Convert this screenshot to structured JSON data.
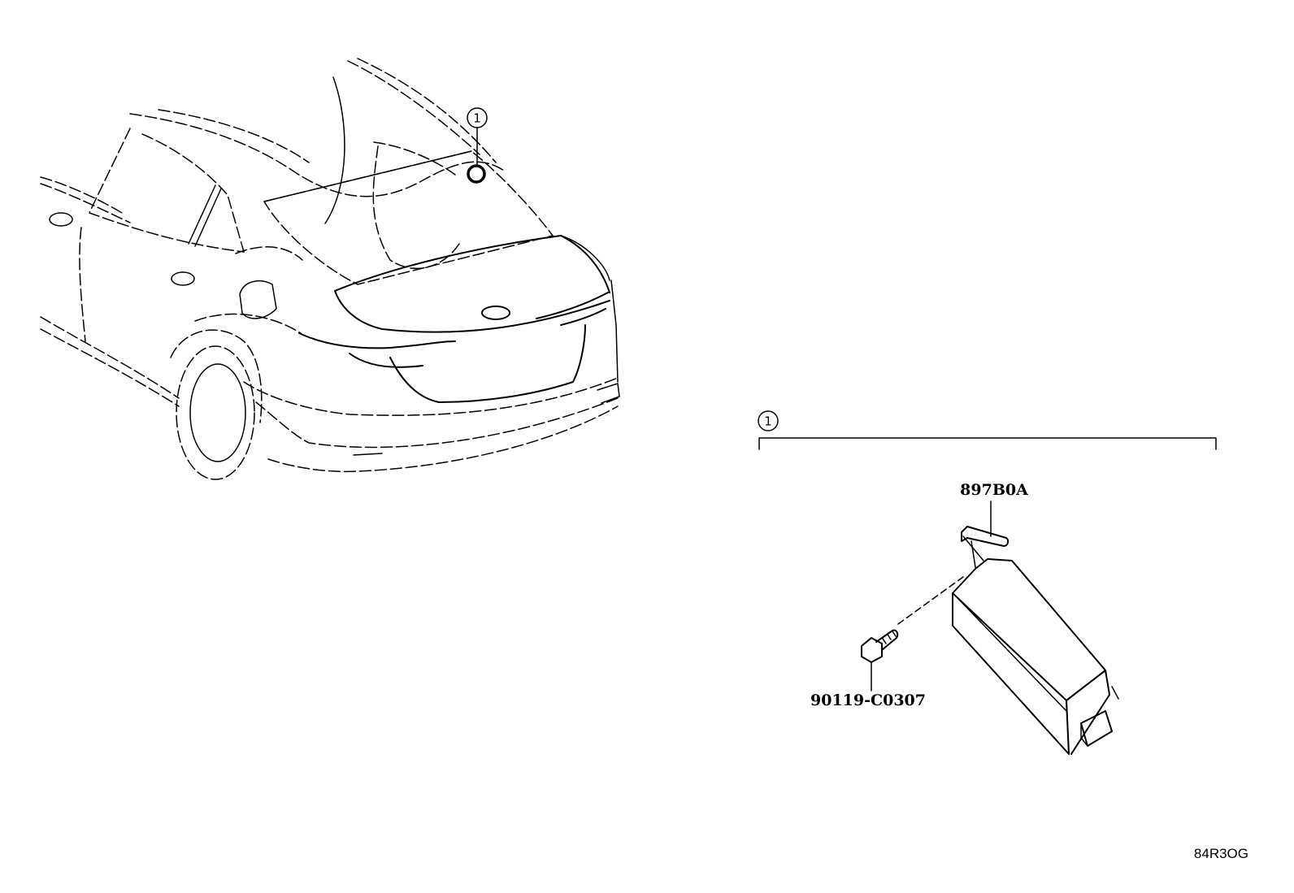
{
  "callouts": {
    "car_marker": "1",
    "group_marker": "1"
  },
  "parts": {
    "module": "897B0A",
    "bolt": "90119-C0307"
  },
  "diagram_code": "84R3OG"
}
